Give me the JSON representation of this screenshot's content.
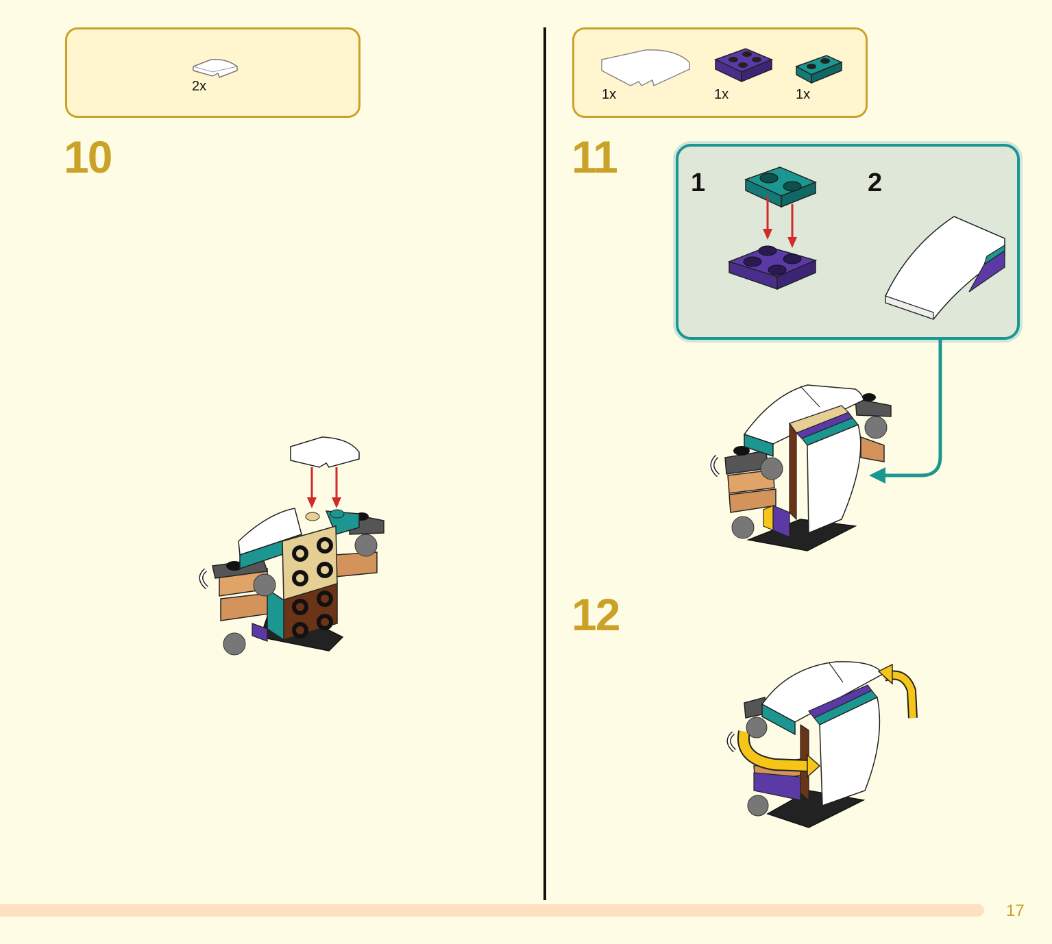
{
  "left_panel": {
    "parts": [
      {
        "icon": "white-curved-slope-icon",
        "qty": "2x"
      }
    ],
    "step_number": "10"
  },
  "right_panel": {
    "parts": [
      {
        "icon": "white-large-curved-slope-icon",
        "qty": "1x"
      },
      {
        "icon": "purple-2x2-plate-icon",
        "qty": "1x"
      },
      {
        "icon": "teal-1x2-plate-icon",
        "qty": "1x"
      }
    ],
    "step_11": {
      "number": "11",
      "sub_steps": [
        "1",
        "2"
      ]
    },
    "step_12": {
      "number": "12"
    }
  },
  "colors": {
    "accent": "#c9a227",
    "teal": "#1c9690",
    "purple": "#5b3aa6",
    "arrow_red": "#d12a2a",
    "rotate_yellow": "#f5c518",
    "footer_bar": "#fde0c0"
  },
  "page_number": "17"
}
